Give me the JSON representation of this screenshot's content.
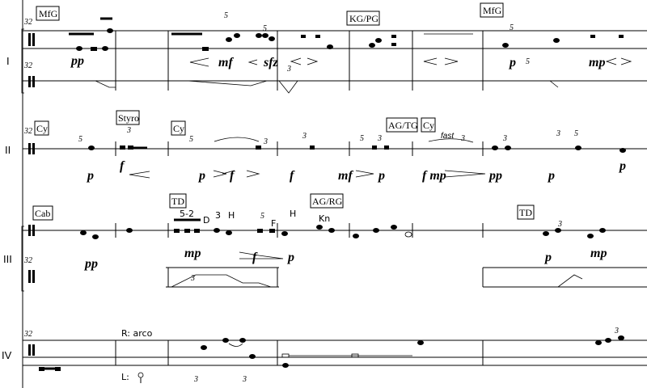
{
  "parts": [
    {
      "label": "I"
    },
    {
      "label": "II"
    },
    {
      "label": "III"
    },
    {
      "label": "IV"
    }
  ],
  "meter_marks": [
    "32",
    "32",
    "32",
    "32",
    "32"
  ],
  "instrument_boxes": {
    "i_1": "MfG",
    "i_2": "KG/PG",
    "i_3": "MfG",
    "ii_1": "Cy",
    "ii_2": "Styro",
    "ii_3": "Cy",
    "ii_4": "AG/TG",
    "ii_5": "Cy",
    "iii_1": "Cab",
    "iii_2": "TD",
    "iii_3": "AG/RG",
    "iii_4": "TD"
  },
  "dynamics": {
    "i": [
      "pp",
      "mf",
      "sfz",
      "p",
      "mp"
    ],
    "ii": [
      "p",
      "f",
      "p",
      "f",
      "f",
      "mf",
      "p",
      "f mp",
      "pp",
      "p",
      "p"
    ],
    "iii": [
      "pp",
      "mp",
      "f",
      "p",
      "p",
      "mp"
    ]
  },
  "tuplets": {
    "i": [
      "5",
      "5",
      "3",
      "5",
      "5"
    ],
    "ii": [
      "5",
      "3",
      "5",
      "3",
      "3",
      "5",
      "3",
      "3",
      "3",
      "3",
      "5"
    ],
    "iii": [
      "3",
      "5",
      "3"
    ],
    "iv": [
      "3",
      "3",
      "3"
    ]
  },
  "annotations": {
    "fast": "fast",
    "kn": "Kn",
    "d": "D",
    "h1": "H",
    "h2": "H",
    "f_mark": "F",
    "five_two": "5-2",
    "three": "3",
    "right_hand": "R:  arco",
    "left_hand": "L:"
  }
}
